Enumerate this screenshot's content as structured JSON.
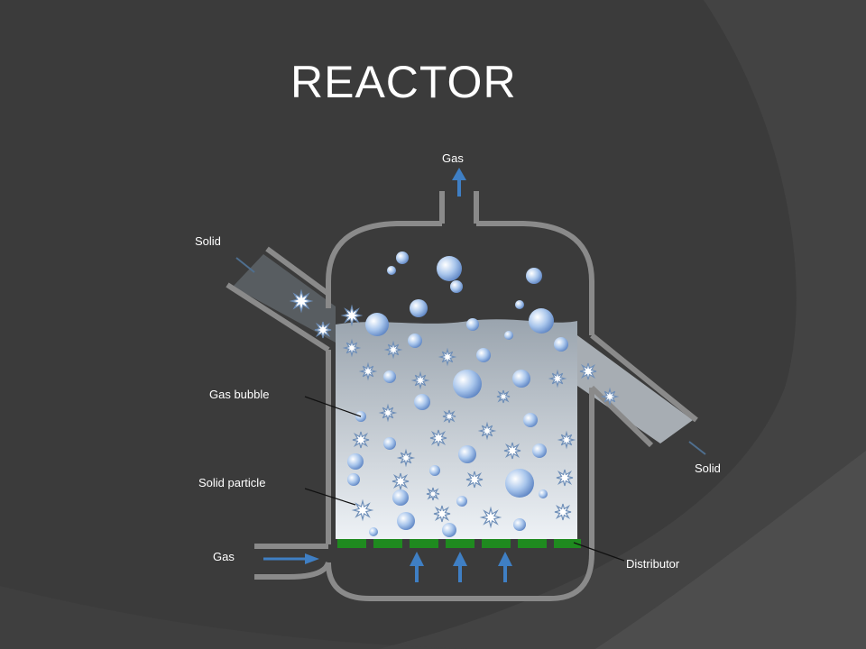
{
  "slide": {
    "title": "REACTOR"
  },
  "diagram": {
    "labels": {
      "gas_top": "Gas",
      "solid_in": "Solid",
      "gas_bubble": "Gas bubble",
      "solid_particle": "Solid particle",
      "gas_in": "Gas",
      "solid_out": "Solid",
      "distributor": "Distributor"
    }
  },
  "colors": {
    "background": "#3b3b3b",
    "vessel_wall": "#8a8a8a",
    "distributor": "#1f8a1f",
    "arrow": "#3f7fc4",
    "bed_top": "#9aa4ae",
    "bed_bottom": "#eef2f6"
  }
}
